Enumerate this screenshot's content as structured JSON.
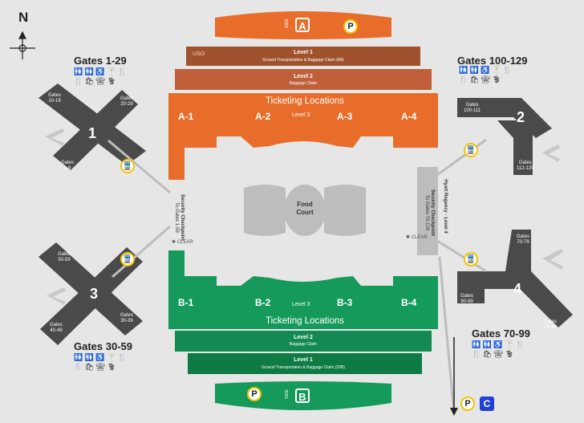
{
  "compass": {
    "label": "N"
  },
  "concourses": [
    {
      "number": "1",
      "title": "Gates 1-29",
      "ranges": [
        "Gates\n10-19",
        "Gates\n20-29",
        "Gates\n1-9"
      ]
    },
    {
      "number": "2",
      "title": "Gates 100-129",
      "ranges": [
        "Gates\n100-111",
        "Gates\n112-129"
      ]
    },
    {
      "number": "3",
      "title": "Gates 30-59",
      "ranges": [
        "Gates\n50-59",
        "Gates\n40-49",
        "Gates\n30-39"
      ]
    },
    {
      "number": "4",
      "title": "Gates 70-99",
      "ranges": [
        "Gates\n70-79",
        "Gates\n90-99",
        "Gates\n80-89"
      ]
    }
  ],
  "side_a": {
    "side_word": "SIDE",
    "letter": "A",
    "parking": "P"
  },
  "side_b": {
    "side_word": "SIDE",
    "letter": "B",
    "parking": "P"
  },
  "strips_a": [
    {
      "tag": "USO",
      "main": "Level 1",
      "sub": "Ground Transportation & Baggage Claim",
      "sub_code": "(8A)"
    },
    {
      "tag": "",
      "main": "Level 2",
      "sub": "Baggage Claim",
      "sub_code": ""
    }
  ],
  "strips_b": [
    {
      "main": "Level 2",
      "sub": "Baggage Claim",
      "sub_code": ""
    },
    {
      "main": "Level 1",
      "sub": "Ground Transportation & Baggage Claim",
      "sub_code": "(20B)"
    }
  ],
  "ticketing": {
    "label": "Ticketing Locations",
    "level": "Level 3",
    "a_sections": [
      "A-1",
      "A-2",
      "A-3",
      "A-4"
    ],
    "b_sections": [
      "B-1",
      "B-2",
      "B-3",
      "B-4"
    ]
  },
  "food_court": {
    "label": "Food\nCourt"
  },
  "security_left": {
    "line1": "Security Checkpoint",
    "line2": "To Gates 1-59"
  },
  "security_right": {
    "line1": "Security Checkpoint",
    "line2": "To Gates 70-129"
  },
  "hyatt": {
    "label": "Hyatt Regency - Level 4"
  },
  "clear_left": {
    "label": "CLEAR"
  },
  "clear_right": {
    "label": "CLEAR"
  },
  "parking_c": {
    "p": "P",
    "c": "C"
  },
  "amenity_icons": {
    "row1": "🚻 🚻 ♿ 🍸 🍴",
    "row2": "🍴 🛍 ☎ ⚕",
    "row3": "🚻 🚻 ♿ 🍸 🍴",
    "row4": "🍴 🛍 ☎ ⚕"
  },
  "colors": {
    "orange": "#e86d2a",
    "brown": "#a0522d",
    "green": "#159a5b",
    "darkgreen": "#0e7a44",
    "gray": "#4a4a4a",
    "yellow": "#f2c300",
    "blue": "#1f3fd6"
  }
}
